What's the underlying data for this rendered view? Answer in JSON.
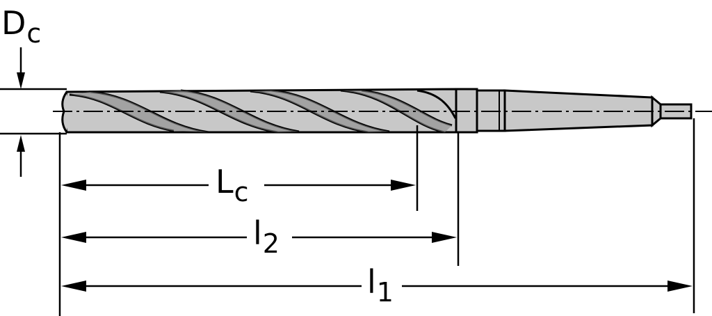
{
  "colors": {
    "line": "#000000",
    "tool_fill": "#c8c8c8",
    "flute_dark": "#555555",
    "background": "#ffffff"
  },
  "labels": {
    "dc": {
      "main": "D",
      "sub": "c"
    },
    "lc": {
      "main": "L",
      "sub": "c"
    },
    "l2": {
      "main": "l",
      "sub": "2"
    },
    "l1": {
      "main": "l",
      "sub": "1"
    }
  }
}
